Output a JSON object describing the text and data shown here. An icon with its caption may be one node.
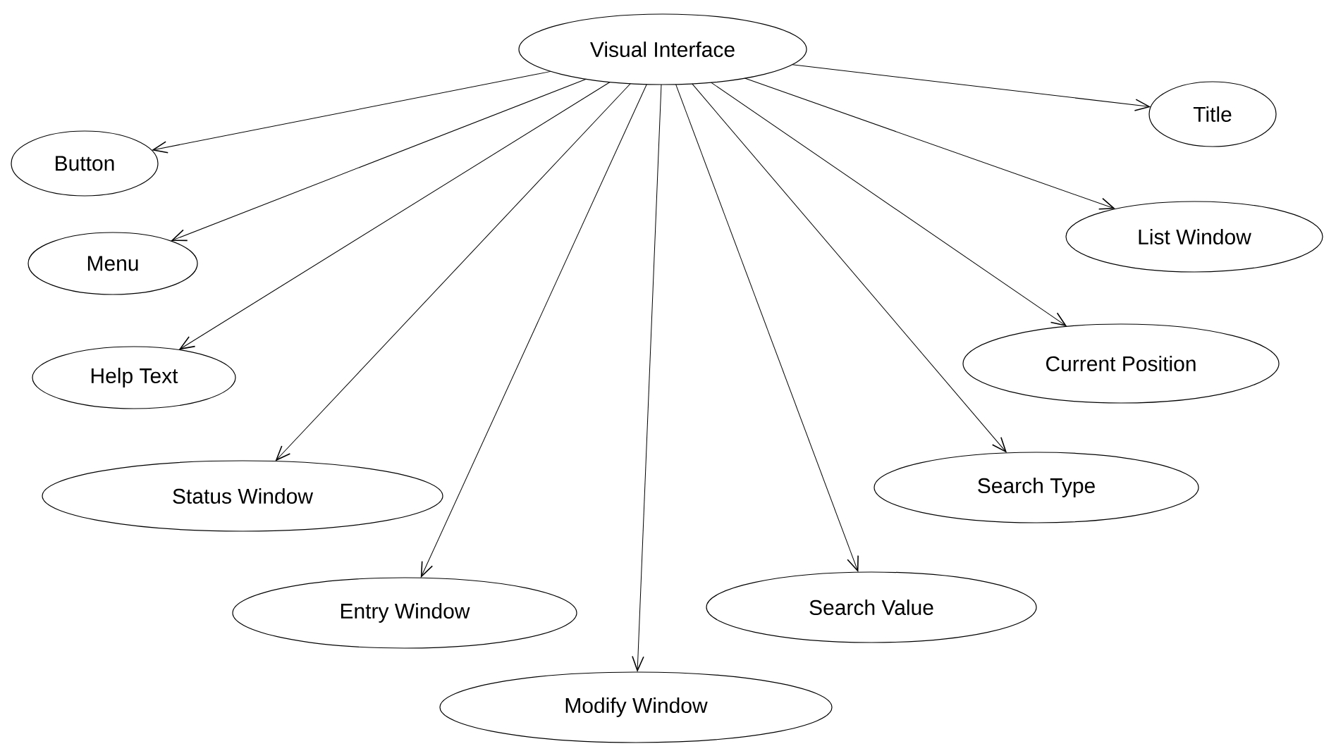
{
  "diagram": {
    "nodes": [
      {
        "text": [
          "Visual Interface"
        ]
      },
      {
        "text": [
          "Button"
        ]
      },
      {
        "text": [
          "Menu"
        ]
      },
      {
        "text": [
          "Help Text"
        ]
      },
      {
        "text": [
          "Status Window"
        ]
      },
      {
        "text": [
          "Entry Window"
        ]
      },
      {
        "text": [
          "Modify Window"
        ]
      },
      {
        "text": [
          "Search Value"
        ]
      },
      {
        "text": [
          "Search Type"
        ]
      },
      {
        "text": [
          "Current Position"
        ]
      },
      {
        "text": [
          "List Window"
        ]
      },
      {
        "text": [
          "Title"
        ]
      }
    ],
    "edges": [
      {
        "from": 0,
        "to": 1,
        "arrow": "to"
      },
      {
        "from": 0,
        "to": 2,
        "arrow": "to"
      },
      {
        "from": 0,
        "to": 3,
        "arrow": "to"
      },
      {
        "from": 0,
        "to": 4,
        "arrow": "to"
      },
      {
        "from": 0,
        "to": 5,
        "arrow": "to"
      },
      {
        "from": 0,
        "to": 6,
        "arrow": "to"
      },
      {
        "from": 0,
        "to": 7,
        "arrow": "to"
      },
      {
        "from": 0,
        "to": 8,
        "arrow": "to"
      },
      {
        "from": 0,
        "to": 9,
        "arrow": "to"
      },
      {
        "from": 0,
        "to": 10,
        "arrow": "to"
      },
      {
        "from": 0,
        "to": 11,
        "arrow": "to"
      }
    ]
  }
}
